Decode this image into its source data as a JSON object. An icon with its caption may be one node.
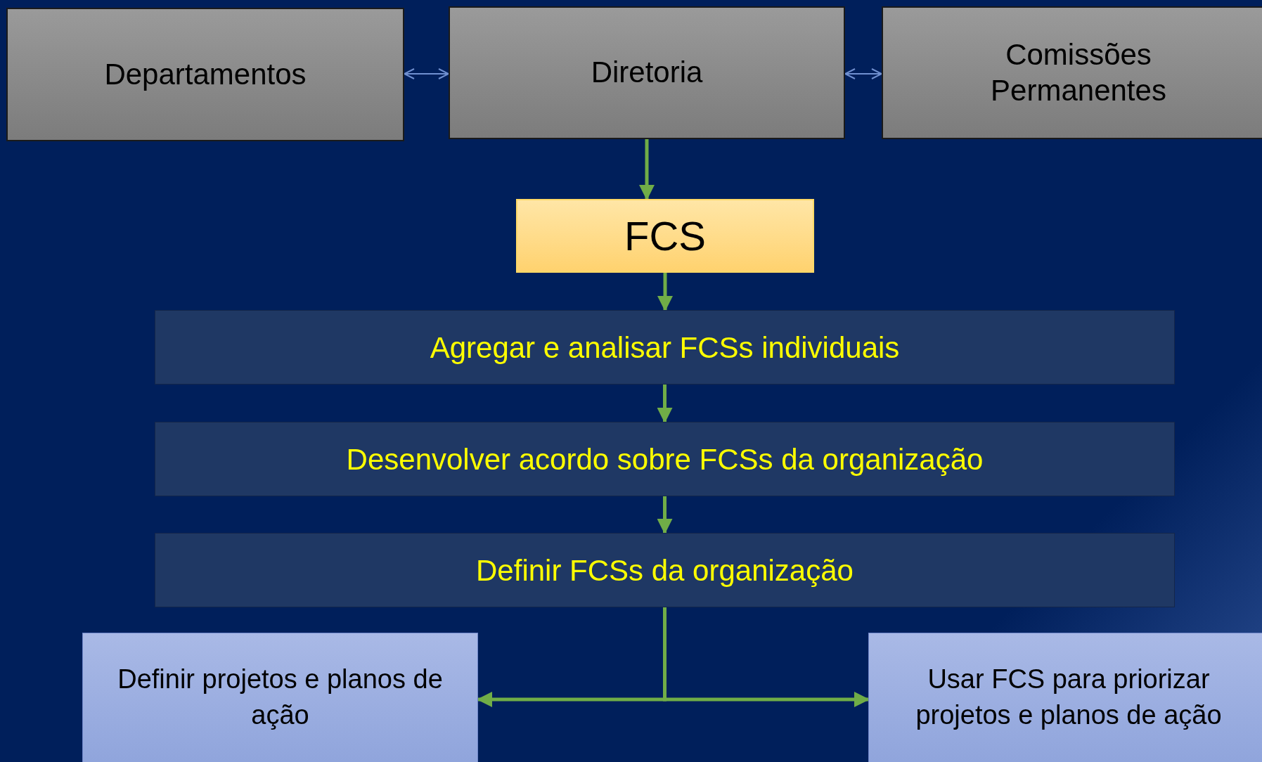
{
  "diagram": {
    "nodes": [
      {
        "text": [
          "Departamentos"
        ]
      },
      {
        "text": [
          "Diretoria"
        ]
      },
      {
        "text": [
          "Comissões Permanentes"
        ]
      },
      {
        "text": [
          "FCS"
        ]
      },
      {
        "text": [
          "Agregar e analisar FCSs individuais"
        ]
      },
      {
        "text": [
          "Desenvolver acordo sobre FCSs da organização"
        ]
      },
      {
        "text": [
          "Definir FCSs da organização"
        ]
      },
      {
        "text": [
          "Definir projetos e planos de ação"
        ]
      },
      {
        "text": [
          "Usar FCS para priorizar projetos e planos de ação"
        ]
      }
    ],
    "edges": [
      {
        "from": 0,
        "to": 1,
        "arrow": "both",
        "color": "#7090d0"
      },
      {
        "from": 1,
        "to": 2,
        "arrow": "both",
        "color": "#7090d0"
      },
      {
        "from": 1,
        "to": 3,
        "arrow": "to"
      },
      {
        "from": 3,
        "to": 4,
        "arrow": "to"
      },
      {
        "from": 4,
        "to": 5,
        "arrow": "to"
      },
      {
        "from": 5,
        "to": 6,
        "arrow": "to"
      },
      {
        "from": 6,
        "to": 7,
        "arrow": "to"
      },
      {
        "from": 6,
        "to": 8,
        "arrow": "to"
      }
    ]
  }
}
